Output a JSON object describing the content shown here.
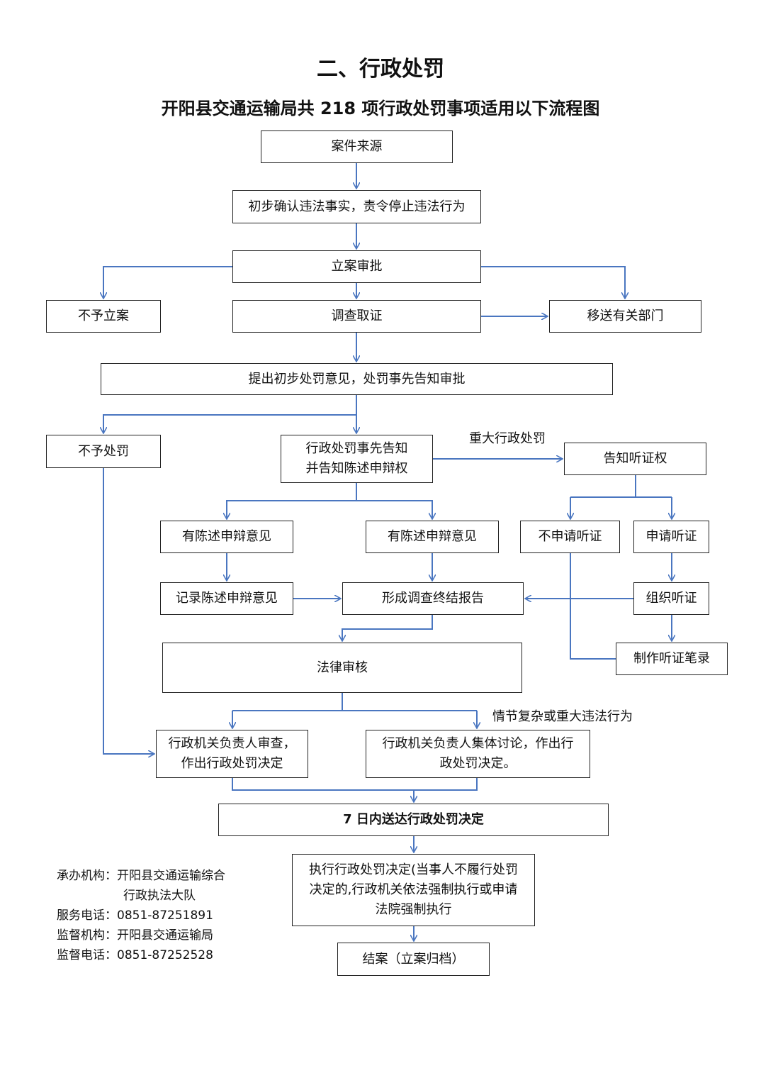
{
  "title": "二、行政处罚",
  "subtitle": "开阳县交通运输局共 218 项行政处罚事项适用以下流程图",
  "nodes": {
    "source": "案件来源",
    "confirm": "初步确认违法事实，责令停止违法行为",
    "approve": "立案审批",
    "no_case": "不予立案",
    "investigate": "调查取证",
    "transfer": "移送有关部门",
    "propose": "提出初步处罚意见，处罚事先告知审批",
    "no_penalty": "不予处罚",
    "notify_l1": "行政处罚事先告知",
    "notify_l2": "并告知陈述申辩权",
    "hearing_right": "告知听证权",
    "opinion_a": "有陈述申辩意见",
    "opinion_b": "有陈述申辩意见",
    "no_hearing": "不申请听证",
    "apply_hearing": "申请听证",
    "record_opinion": "记录陈述申辩意见",
    "report": "形成调查终结报告",
    "organize_hearing": "组织听证",
    "hearing_record": "制作听证笔录",
    "legal_review": "法律审核",
    "head_review_l1": "行政机关负责人审查，",
    "head_review_l2": "作出行政处罚决定",
    "collective_l1": "行政机关负责人集体讨论，作出行",
    "collective_l2": "政处罚决定。",
    "deliver": "7 日内送达行政处罚决定",
    "execute_l1": "执行行政处罚决定(当事人不履行处罚",
    "execute_l2": "决定的,行政机关依法强制执行或申请",
    "execute_l3": "法院强制执行",
    "close": "结案（立案归档）"
  },
  "edge_labels": {
    "major": "重大行政处罚",
    "complex": "情节复杂或重大违法行为"
  },
  "footer": {
    "org_label": "承办机构：",
    "org_value_l1": "开阳县交通运输综合",
    "org_value_l2": "行政执法大队",
    "phone_label": "服务电话：",
    "phone_value": "0851-87251891",
    "supervisor_label": "监督机构：",
    "supervisor_value": "开阳县交通运输局",
    "supervisor_phone_label": "监督电话：",
    "supervisor_phone_value": "0851-87252528"
  },
  "colors": {
    "arrow": "#4a76c0",
    "border": "#222222"
  }
}
